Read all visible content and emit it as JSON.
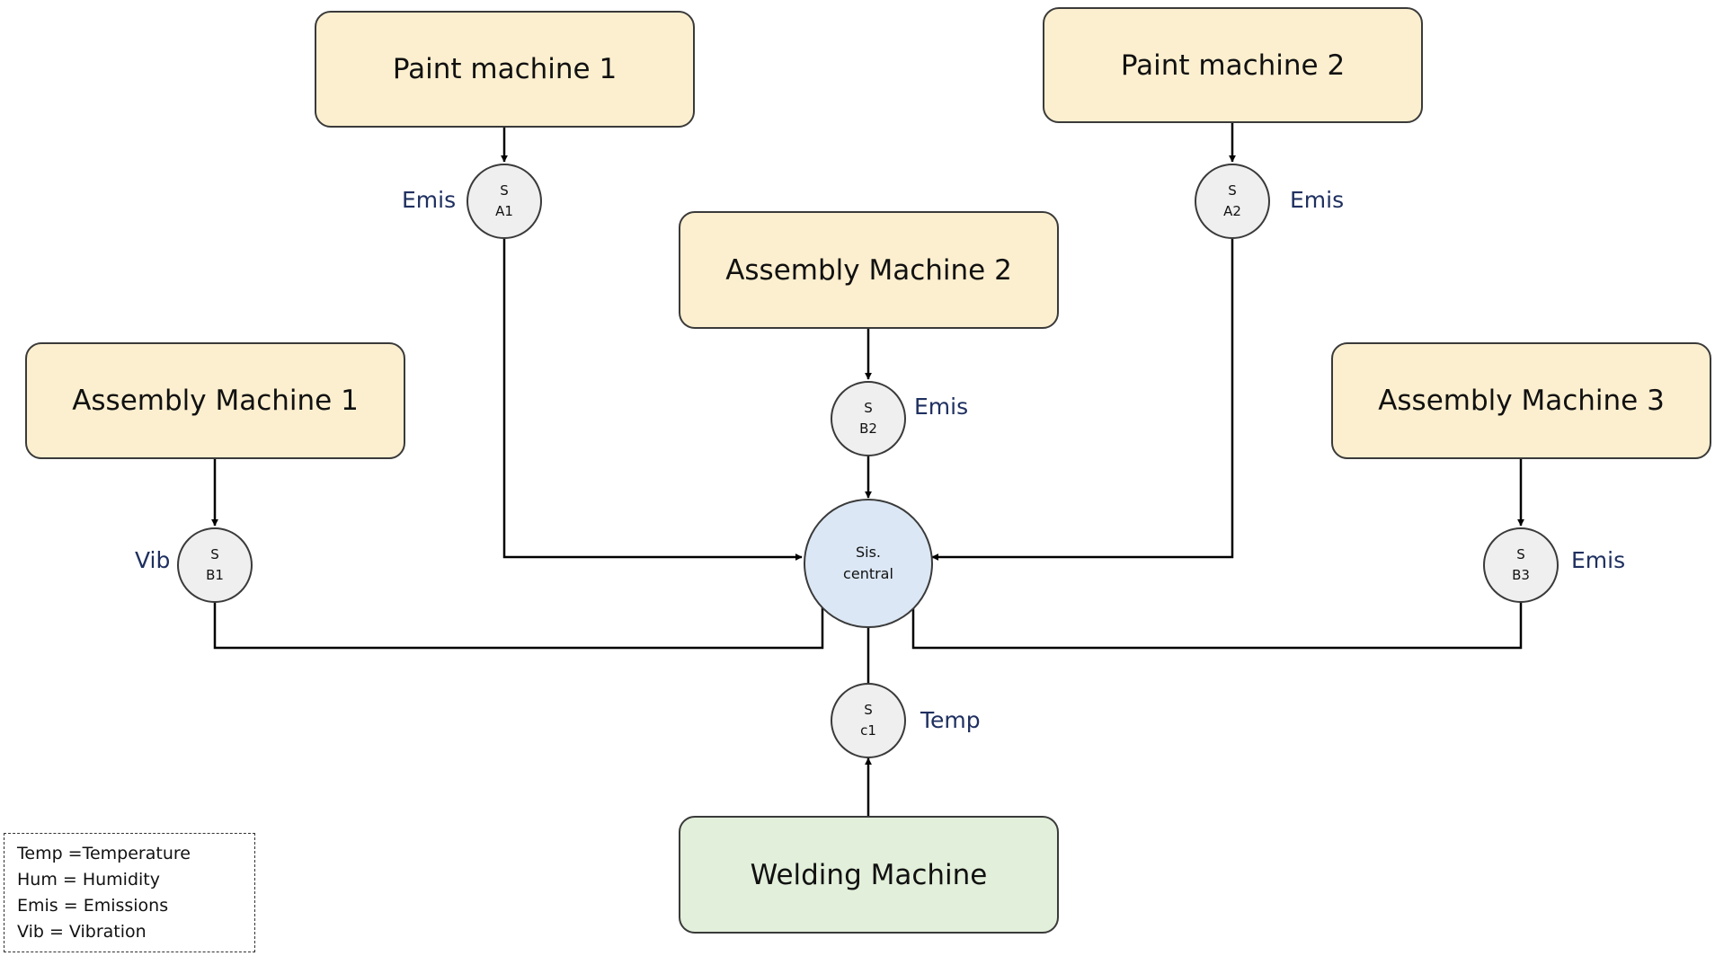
{
  "machines": {
    "paint1": "Paint machine 1",
    "paint2": "Paint machine 2",
    "assembly1": "Assembly Machine 1",
    "assembly2": "Assembly Machine 2",
    "assembly3": "Assembly Machine 3",
    "welding": "Welding Machine"
  },
  "sensors": {
    "a1": {
      "line1": "S",
      "line2": "A1",
      "metric": "Emis"
    },
    "a2": {
      "line1": "S",
      "line2": "A2",
      "metric": "Emis"
    },
    "b1": {
      "line1": "S",
      "line2": "B1",
      "metric": "Vib"
    },
    "b2": {
      "line1": "S",
      "line2": "B2",
      "metric": "Emis"
    },
    "b3": {
      "line1": "S",
      "line2": "B3",
      "metric": "Emis"
    },
    "c1": {
      "line1": "S",
      "line2": "c1",
      "metric": "Temp"
    }
  },
  "central": {
    "line1": "Sis.",
    "line2": "central"
  },
  "legend": [
    "Temp =Temperature",
    "Hum = Humidity",
    "Emis = Emissions",
    "Vib = Vibration"
  ],
  "colors": {
    "machine_fill": "#fcefcf",
    "welding_fill": "#e2efda",
    "sensor_fill": "#efefef",
    "central_fill": "#dbe7f4",
    "label_text": "#1f3060"
  }
}
